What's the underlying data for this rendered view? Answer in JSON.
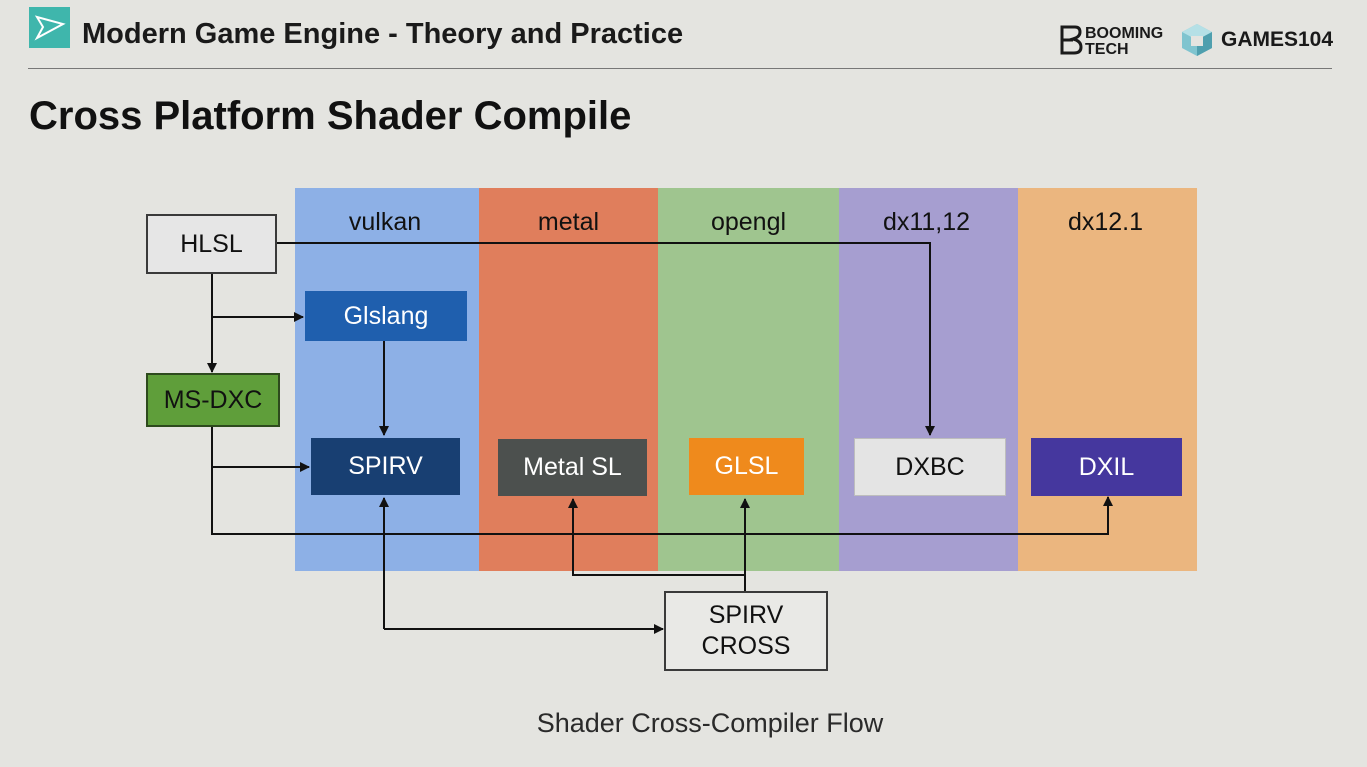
{
  "header": {
    "course_title": "Modern Game Engine - Theory and Practice",
    "brand_primary": "BOOMING TECH",
    "brand_secondary": "GAMES104"
  },
  "slide": {
    "title": "Cross Platform Shader Compile",
    "caption": "Shader Cross-Compiler Flow"
  },
  "diagram": {
    "columns": [
      {
        "label": "vulkan",
        "color": "#8db0e6"
      },
      {
        "label": "metal",
        "color": "#e07e5c"
      },
      {
        "label": "opengl",
        "color": "#9fc58f"
      },
      {
        "label": "dx11,12",
        "color": "#a69ed0"
      },
      {
        "label": "dx12.1",
        "color": "#ebb67f"
      }
    ],
    "nodes": {
      "hlsl": "HLSL",
      "ms_dxc": "MS-DXC",
      "glslang": "Glslang",
      "spirv": "SPIRV",
      "metal_sl": "Metal SL",
      "glsl": "GLSL",
      "dxbc": "DXBC",
      "dxil": "DXIL",
      "spirv_cross_line1": "SPIRV",
      "spirv_cross_line2": "CROSS"
    },
    "node_colors": {
      "hlsl": "#e6e6e6",
      "ms_dxc": "#5f9e3a",
      "glslang": "#1f5fae",
      "spirv": "#183f72",
      "metal_sl": "#4c504e",
      "glsl": "#ef8a1c",
      "dxbc": "#e4e4e4",
      "dxil": "#45379e",
      "spirv_cross": "#e9e9e6"
    }
  }
}
